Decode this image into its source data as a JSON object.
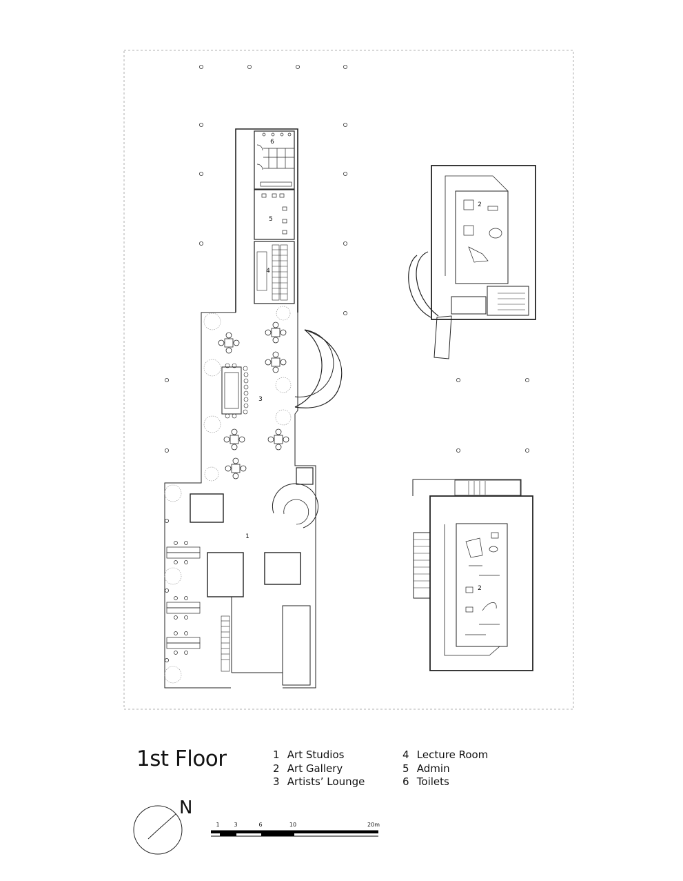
{
  "title": "1st Floor",
  "room_numbers": {
    "art_studios": "1",
    "art_gallery_top": "2",
    "art_gallery_bottom": "2",
    "artists_lounge": "3",
    "lecture_room": "4",
    "admin": "5",
    "toilets": "6"
  },
  "legend": {
    "left": [
      {
        "num": "1",
        "label": "Art Studios"
      },
      {
        "num": "2",
        "label": "Art Gallery"
      },
      {
        "num": "3",
        "label": "Artists’ Lounge"
      }
    ],
    "right": [
      {
        "num": "4",
        "label": "Lecture Room"
      },
      {
        "num": "5",
        "label": "Admin"
      },
      {
        "num": "6",
        "label": "Toilets"
      }
    ]
  },
  "north": {
    "label": "N",
    "icon": "north-arrow-icon"
  },
  "scale_bar": {
    "ticks": [
      "1",
      "3",
      "6",
      "10",
      "20m"
    ]
  }
}
